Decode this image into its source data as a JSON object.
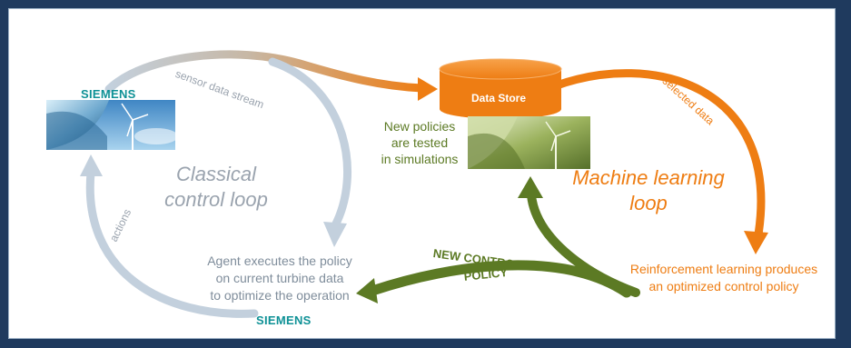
{
  "brand": {
    "logo_top": "SIEMENS",
    "logo_bottom": "SIEMENS"
  },
  "labels": {
    "sensor_stream": "sensor data stream",
    "data_store": "Data Store",
    "selected_data": "selected data",
    "actions": "actions",
    "new_policy_line1": "NEW CONTROL",
    "new_policy_line2": "POLICY"
  },
  "classical_loop": {
    "line1": "Classical",
    "line2": "control loop"
  },
  "ml_loop": {
    "line1": "Machine learning",
    "line2": "loop"
  },
  "simulation_text": [
    "New policies",
    "are tested",
    "in simulations"
  ],
  "agent_text": [
    "Agent executes the policy",
    "on current turbine data",
    "to optimize the operation"
  ],
  "rl_text": [
    "Reinforcement learning produces",
    "an optimized control policy"
  ],
  "colors": {
    "gray_loop": "#c3d0dd",
    "orange": "#ee7d13",
    "green": "#5c7a24",
    "siemens_teal": "#0e9196",
    "frame_bg": "#1f3a5e"
  },
  "icons": [
    "turbine-photo",
    "turbine-photo-green",
    "database-icon"
  ]
}
